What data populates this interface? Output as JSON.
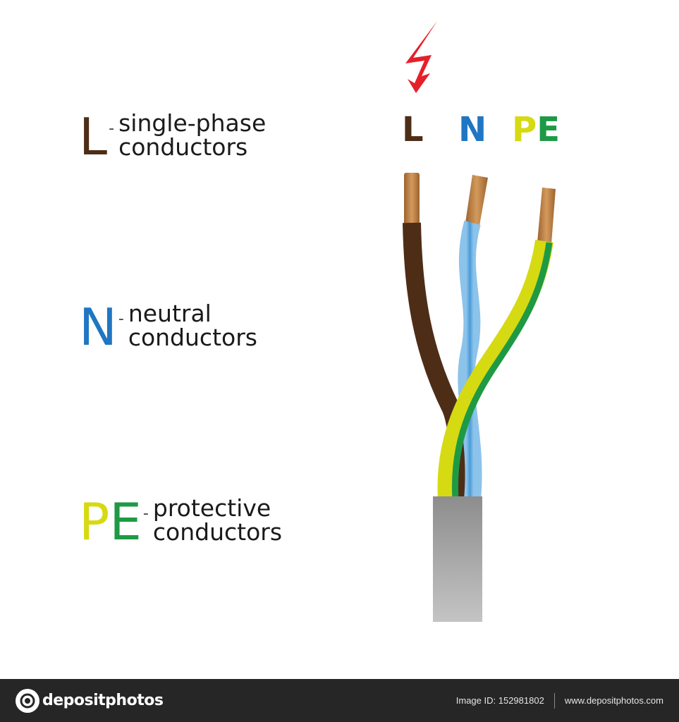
{
  "legend": [
    {
      "letter_a": "L",
      "letter_b": "",
      "dash": "-",
      "line1": "single-phase",
      "line2": "conductors"
    },
    {
      "letter_a": "N",
      "letter_b": "",
      "dash": "-",
      "line1": "neutral",
      "line2": "conductors"
    },
    {
      "letter_a": "P",
      "letter_b": "E",
      "dash": "-",
      "line1": "protective",
      "line2": "conductors"
    }
  ],
  "wire_labels": {
    "l": "L",
    "n": "N",
    "pe_p": "P",
    "pe_e": "E"
  },
  "colors": {
    "live_brown": "#4e2d17",
    "neutral_blue": "#1f76c2",
    "earth_yellow": "#d6da12",
    "earth_green": "#1e9a45",
    "copper": "#b4773c",
    "sheath_gray": "#8d8d8d",
    "bolt_red": "#e4202a",
    "footer_bg": "#262626"
  },
  "icons": {
    "hazard": "lightning-bolt-icon",
    "brand": "camera-icon"
  },
  "footer": {
    "brand": "depositphotos",
    "image_id": "Image ID: 152981802",
    "site": "www.depositphotos.com"
  }
}
